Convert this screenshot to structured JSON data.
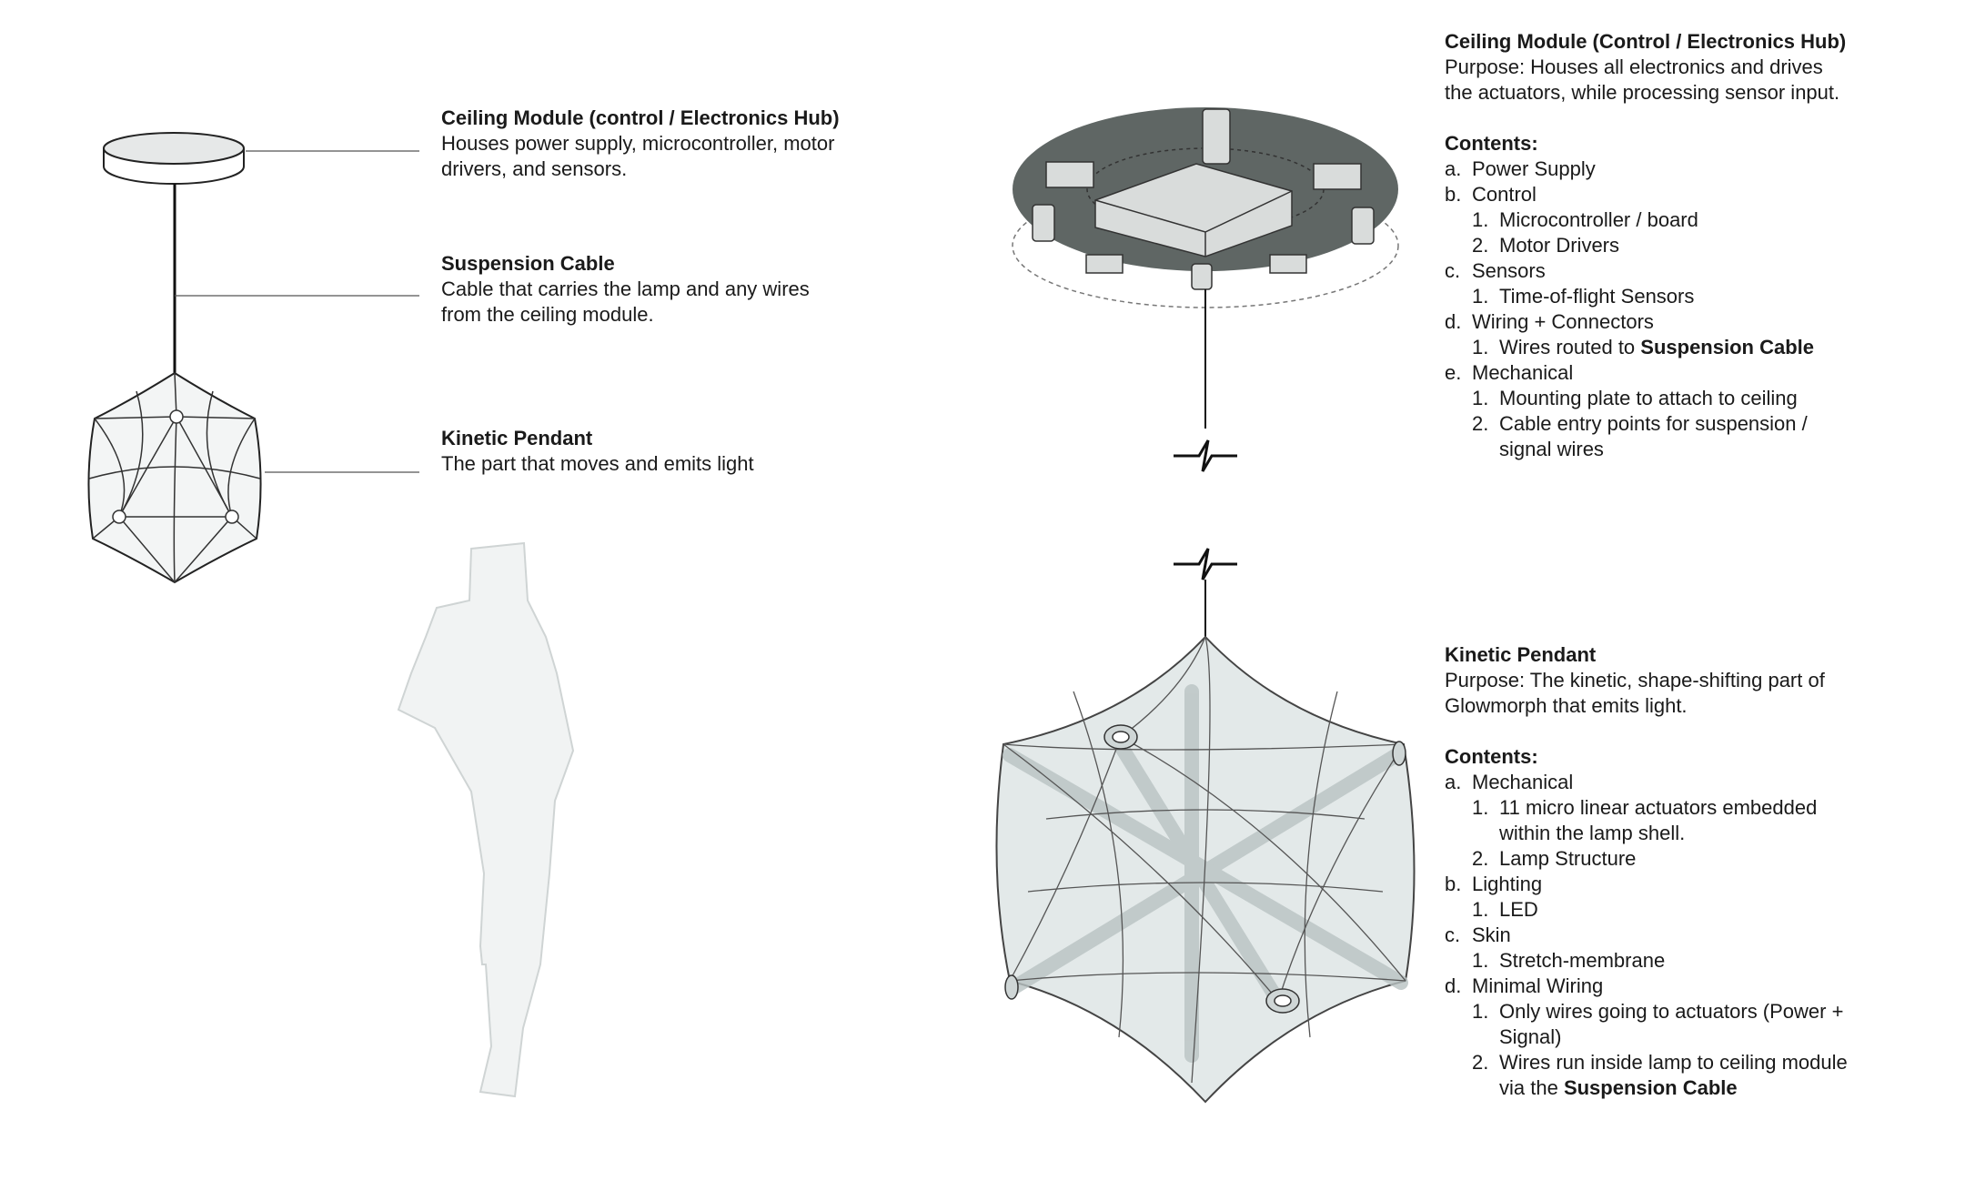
{
  "left_labels": [
    {
      "title": "Ceiling Module (control / Electronics Hub)",
      "lines": [
        "Houses power supply, microcontroller, motor",
        "drivers, and sensors."
      ]
    },
    {
      "title": "Suspension Cable",
      "lines": [
        "Cable that carries the lamp and any wires",
        "from the ceiling module."
      ]
    },
    {
      "title": "Kinetic Pendant",
      "lines": [
        "The part that moves and emits light"
      ]
    }
  ],
  "ceiling": {
    "title": "Ceiling Module (Control / Electronics Hub)",
    "purpose": [
      "Purpose: Houses all electronics and drives",
      "the actuators, while processing sensor input."
    ],
    "contents_label": "Contents:",
    "a": {
      "m": "a.",
      "t": "Power Supply"
    },
    "b": {
      "m": "b.",
      "t": "Control"
    },
    "b1": {
      "m": "1.",
      "t": "Microcontroller / board"
    },
    "b2": {
      "m": "2.",
      "t": "Motor Drivers"
    },
    "c": {
      "m": "c.",
      "t": "Sensors"
    },
    "c1": {
      "m": "1.",
      "t": "Time-of-flight Sensors"
    },
    "d": {
      "m": "d.",
      "t": "Wiring + Connectors"
    },
    "d1": {
      "m": "1.",
      "t": "Wires routed to ",
      "bold": "Suspension Cable"
    },
    "e": {
      "m": "e.",
      "t": "Mechanical"
    },
    "e1": {
      "m": "1.",
      "t": "Mounting plate to attach to ceiling"
    },
    "e2": {
      "m": "2.",
      "t": "Cable entry points for suspension /",
      "t2": "signal wires"
    }
  },
  "pendant": {
    "title": "Kinetic Pendant",
    "purpose": [
      "Purpose: The kinetic, shape-shifting part of",
      "Glowmorph that emits light."
    ],
    "contents_label": "Contents:",
    "a": {
      "m": "a.",
      "t": "Mechanical"
    },
    "a1": {
      "m": "1.",
      "t": "11 micro linear actuators embedded",
      "t2": "within the lamp shell."
    },
    "a2": {
      "m": "2.",
      "t": "Lamp Structure"
    },
    "b": {
      "m": "b.",
      "t": "Lighting"
    },
    "b1": {
      "m": "1.",
      "t": "LED"
    },
    "c": {
      "m": "c.",
      "t": "Skin"
    },
    "c1": {
      "m": "1.",
      "t": "Stretch-membrane"
    },
    "d": {
      "m": "d.",
      "t": "Minimal Wiring"
    },
    "d1": {
      "m": "1.",
      "t": "Only wires going to actuators (Power +",
      "t2": "Signal)"
    },
    "d2": {
      "m": "2.",
      "t": "Wires run inside lamp to ceiling module",
      "t2": "via the ",
      "bold": "Suspension Cable"
    }
  },
  "colors": {
    "module_dark": "#5f6664",
    "module_light": "#d9dcdb",
    "shell": "#e4eaea",
    "line": "#222222"
  }
}
